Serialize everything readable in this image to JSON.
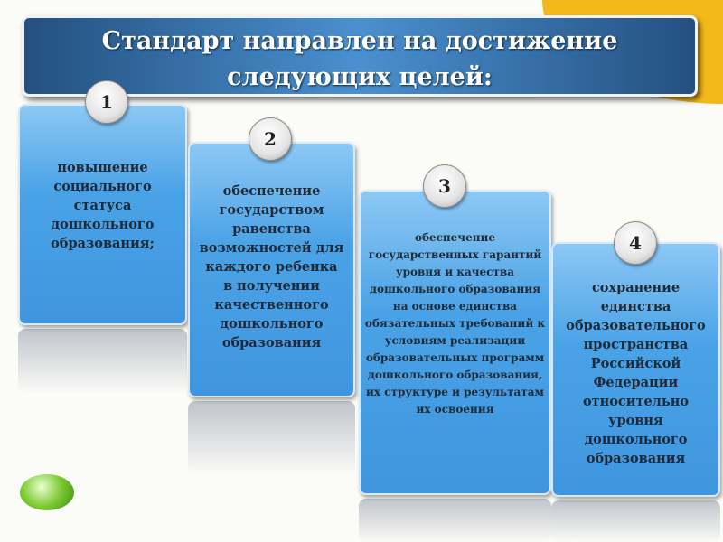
{
  "title": "Стандарт направлен на достижение следующих целей:",
  "goals": [
    {
      "number": "1",
      "text": "повышение социального статуса дошкольного образования;"
    },
    {
      "number": "2",
      "text": "обеспечение государством равенства возможностей для каждого ребенка в получении качественного дошкольного образования"
    },
    {
      "number": "3",
      "text": "обеспечение государственных гарантий уровня и качества дошкольного образования на основе единства обязательных требований к условиям реализации образовательных программ дошкольного образования, их структуре и результатам их освоения"
    },
    {
      "number": "4",
      "text": "сохранение единства образовательного пространства Российской Федерации относительно уровня дошкольного образования"
    }
  ]
}
